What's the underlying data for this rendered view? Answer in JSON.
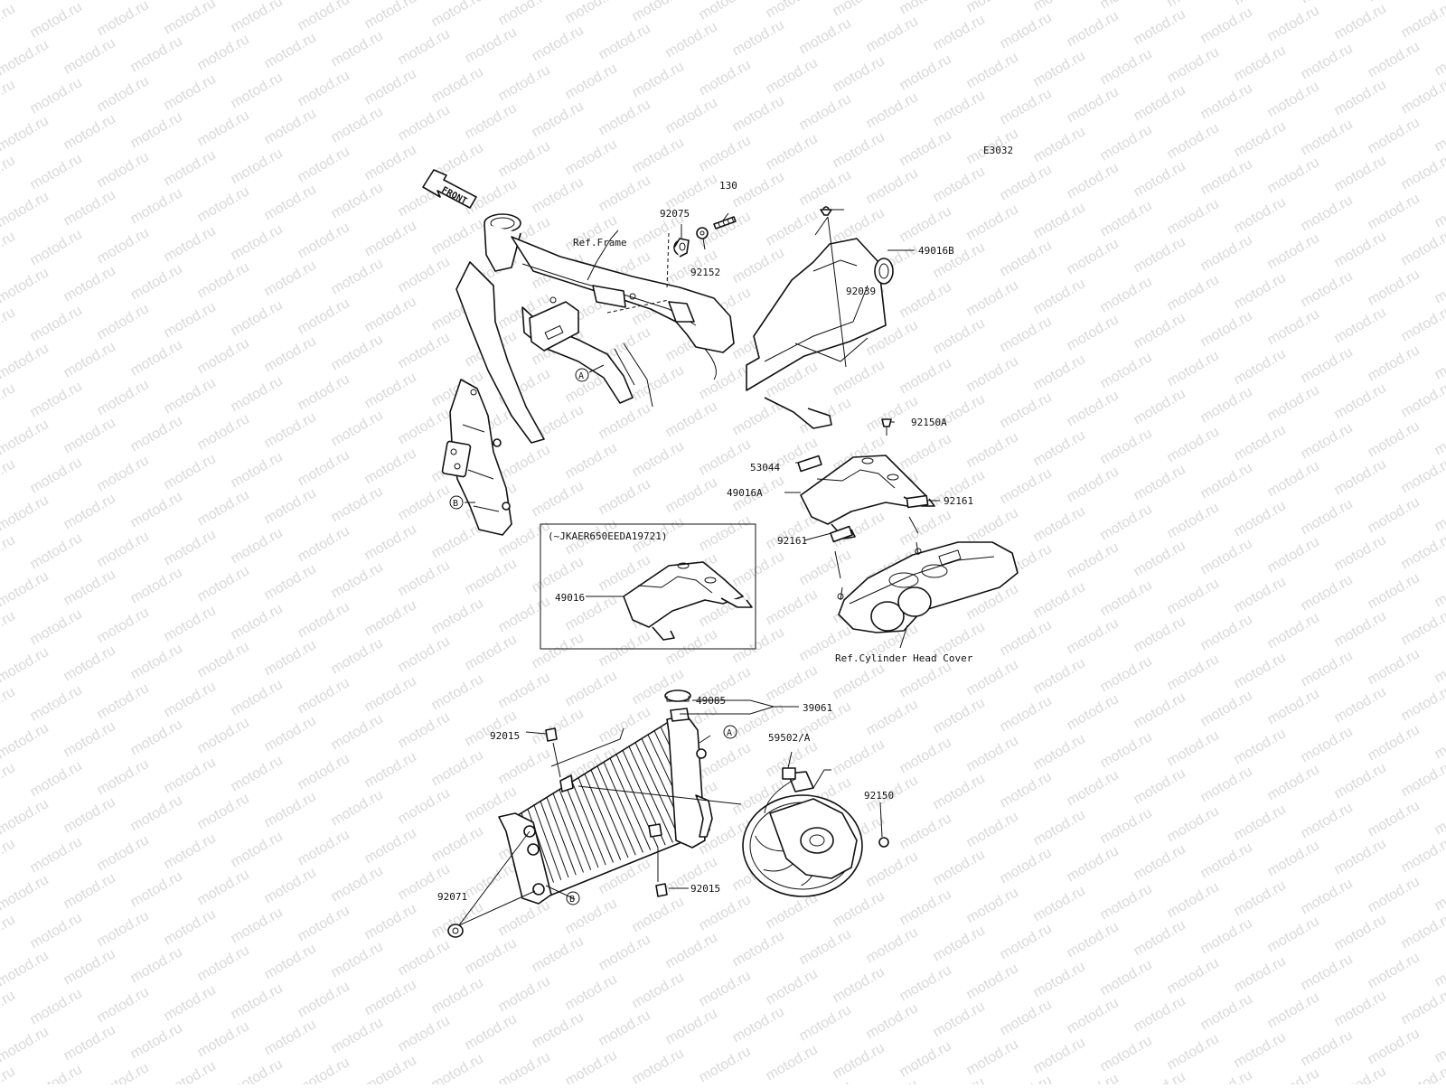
{
  "watermark": "motod.ru",
  "diagram_code": "E3032",
  "front_label": "FRONT",
  "references": {
    "frame": "Ref.Frame",
    "cylinder_head_cover": "Ref.Cylinder Head Cover"
  },
  "inset_caption": "(~JKAER650EEDA19721)",
  "callout_A": "A",
  "callout_B": "B",
  "parts": {
    "p130": "130",
    "p92075": "92075",
    "p92152": "92152",
    "p92039": "92039",
    "p49016B": "49016B",
    "p92150A": "92150A",
    "p53044": "53044",
    "p49016A": "49016A",
    "p92161_right": "92161",
    "p92161_left": "92161",
    "p49016": "49016",
    "p49085": "49085",
    "p39061": "39061",
    "p92015_top": "92015",
    "p59502A": "59502/A",
    "p92150": "92150",
    "p92015_bottom": "92015",
    "p92071": "92071"
  }
}
